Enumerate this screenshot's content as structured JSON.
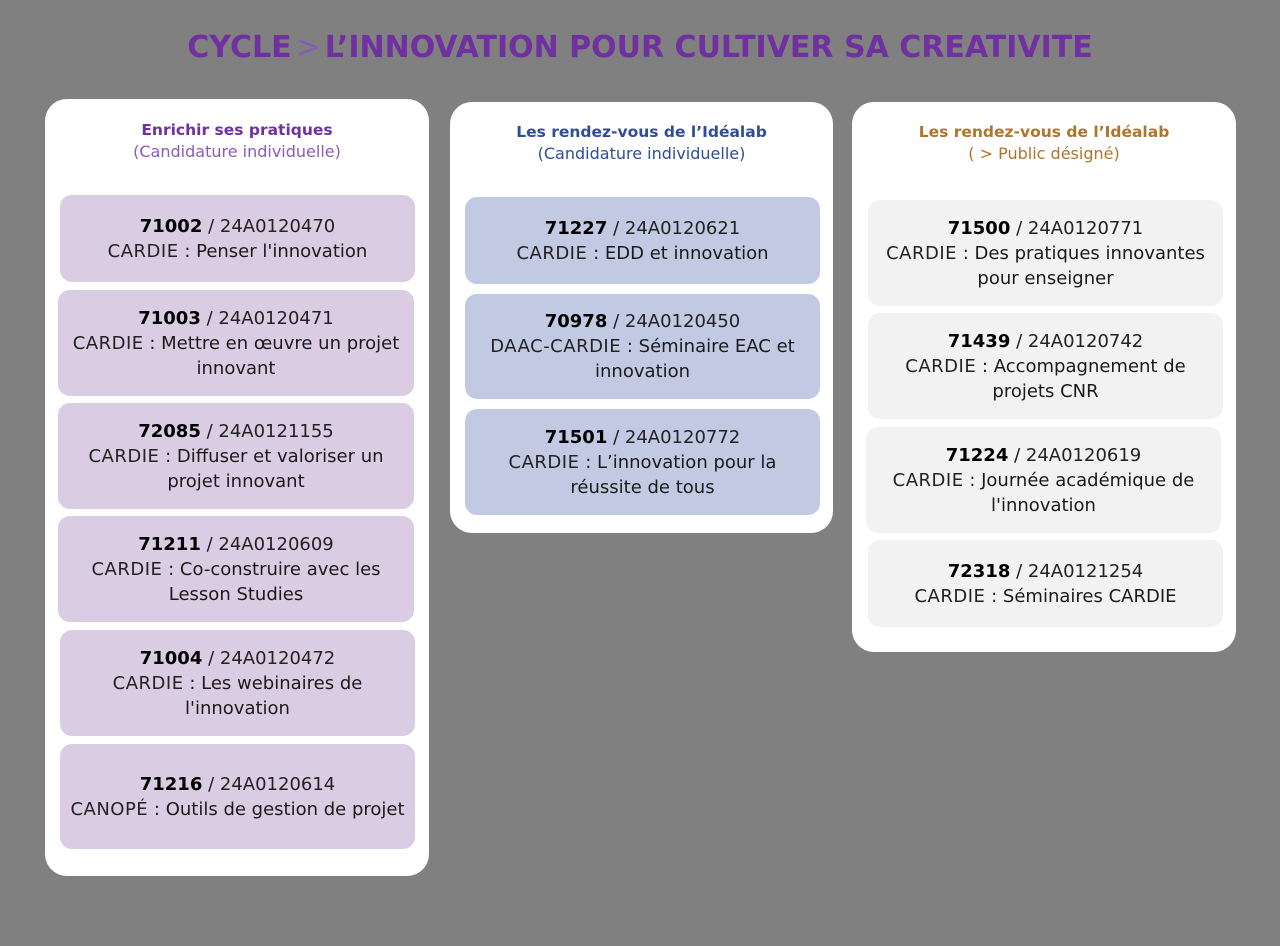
{
  "title": {
    "left": "CYCLE",
    "sep": ">",
    "right": "L’INNOVATION POUR CULTIVER SA CREATIVITE"
  },
  "columns": [
    {
      "heading": "Enrichir ses pratiques",
      "subheading": "(Candidature individuelle)",
      "cards": [
        {
          "num": "71002",
          "code": "24A0120470",
          "org": "CARDIE",
          "text": "Penser l'innovation"
        },
        {
          "num": "71003",
          "code": "24A0120471",
          "org": "CARDIE",
          "text": "Mettre en œuvre un projet innovant"
        },
        {
          "num": "72085",
          "code": "24A0121155",
          "org": "CARDIE",
          "text": "Diffuser et valoriser un projet innovant"
        },
        {
          "num": "71211",
          "code": "24A0120609",
          "org": "CARDIE",
          "text": "Co-construire avec les Lesson Studies"
        },
        {
          "num": "71004",
          "code": "24A0120472",
          "org": "CARDIE",
          "text": "Les webinaires de l'innovation"
        },
        {
          "num": "71216",
          "code": "24A0120614",
          "org": "CANOPÉ",
          "text": "Outils de gestion de projet"
        }
      ]
    },
    {
      "heading": "Les rendez-vous  de l’Idéalab",
      "subheading": "(Candidature individuelle)",
      "cards": [
        {
          "num": "71227",
          "code": "24A0120621",
          "org": "CARDIE",
          "text": "EDD et innovation"
        },
        {
          "num": "70978",
          "code": "24A0120450",
          "org": "DAAC-CARDIE",
          "text": "Séminaire EAC et innovation"
        },
        {
          "num": "71501",
          "code": "24A0120772",
          "org": "CARDIE",
          "text": "L’innovation pour la réussite de tous"
        }
      ]
    },
    {
      "heading": "Les rendez-vous  de l’Idéalab",
      "subheading": "( > Public désigné)",
      "cards": [
        {
          "num": "71500",
          "code": "24A0120771",
          "org": "CARDIE",
          "text": "Des pratiques innovantes pour enseigner"
        },
        {
          "num": "71439",
          "code": "24A0120742",
          "org": "CARDIE",
          "text": "Accompagnement de projets CNR"
        },
        {
          "num": "71224",
          "code": "24A0120619",
          "org": "CARDIE",
          "text": "Journée académique de l'innovation"
        },
        {
          "num": "72318",
          "code": "24A0121254",
          "org": "CARDIE",
          "text": "Séminaires CARDIE"
        }
      ]
    }
  ],
  "colors": {
    "background": "#808080",
    "title": "#7030a0",
    "col1_card": "#d9cce3",
    "col2_card": "#c2cae3",
    "col3_card": "#f2f2f2",
    "col1_heading": "#7030a0",
    "col2_heading": "#2f4d99",
    "col3_heading": "#b0742a"
  }
}
